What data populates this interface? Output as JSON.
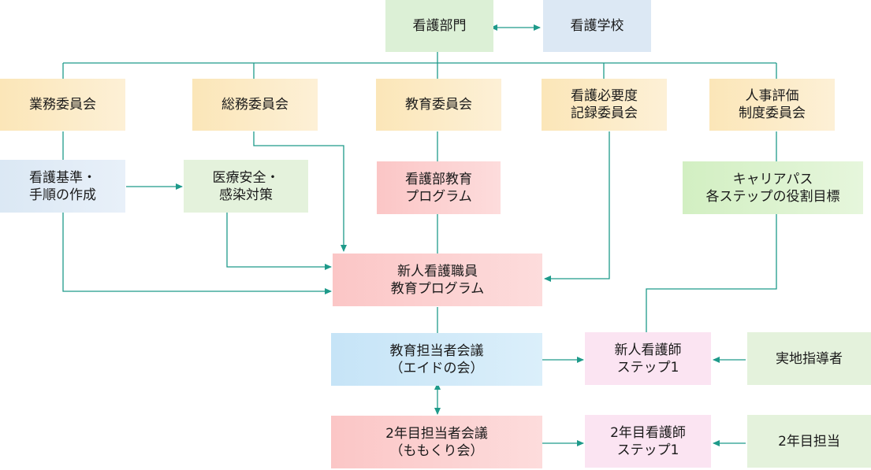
{
  "nodes": {
    "kango_bumon": [
      "看護部門"
    ],
    "kango_gakko": [
      "看護学校"
    ],
    "gyomu": [
      "業務委員会"
    ],
    "somu": [
      "総務委員会"
    ],
    "kyoiku": [
      "教育委員会"
    ],
    "hitsuyodo": [
      "看護必要度",
      "記録委員会"
    ],
    "jinji": [
      "人事評価",
      "制度委員会"
    ],
    "kijun": [
      "看護基準・",
      "手順の作成"
    ],
    "iryo": [
      "医療安全・",
      "感染対策"
    ],
    "kyoiku_program": [
      "看護部教育",
      "プログラム"
    ],
    "career": [
      "キャリアパス",
      "各ステップの役割目標"
    ],
    "shinjin_program": [
      "新人看護職員",
      "教育プログラム"
    ],
    "tanto_kaigi": [
      "教育担当者会議",
      "（エイドの会）"
    ],
    "step1": [
      "新人看護師",
      "ステップ1"
    ],
    "jichi": [
      "実地指導者"
    ],
    "nen2_kaigi": [
      "2年目担当者会議",
      "（ももくり会）"
    ],
    "nen2_step1": [
      "2年目看護師",
      "ステップ1"
    ],
    "nen2_tanto": [
      "2年目担当"
    ]
  },
  "colors": {
    "line": "#1e9a8a",
    "connector": "#2a8f86"
  }
}
